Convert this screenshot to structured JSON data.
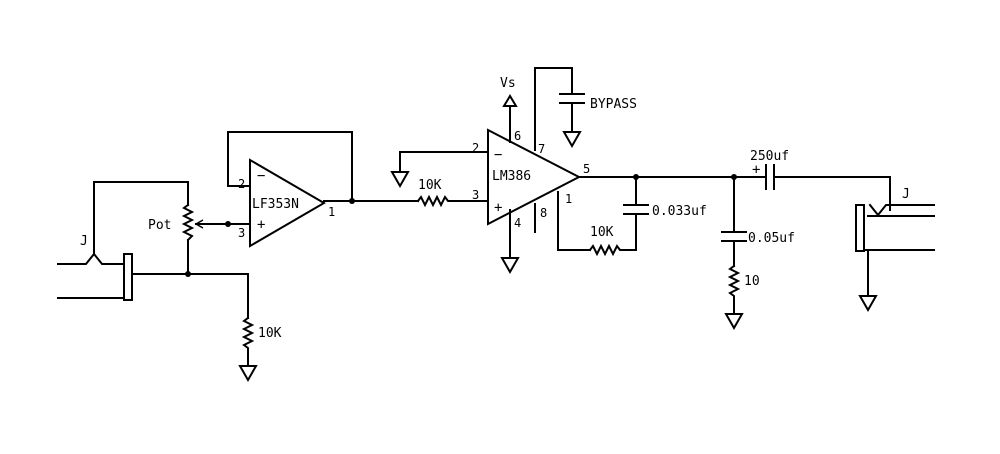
{
  "labels": {
    "jack_in": "J",
    "jack_out": "J",
    "pot": "Pot",
    "r_ground": "10K",
    "opamp1": "LF353N",
    "r_series": "10K",
    "amp": "LM386",
    "vs": "Vs",
    "bypass": "BYPASS",
    "r_gain": "10K",
    "c_gain": "0.033uf",
    "c_out": "250uf",
    "c_zobel": "0.05uf",
    "r_zobel": "10"
  },
  "pins": {
    "op1_inv": "2",
    "op1_noninv": "3",
    "op1_out": "1",
    "amp_inv": "2",
    "amp_noninv": "3",
    "amp_vs": "6",
    "amp_bypass": "7",
    "amp_out": "5",
    "amp_gnd": "4",
    "amp_gain8": "8",
    "amp_gain1": "1"
  },
  "signs": {
    "minus": "−",
    "plus": "+",
    "cap_plus": "+"
  }
}
